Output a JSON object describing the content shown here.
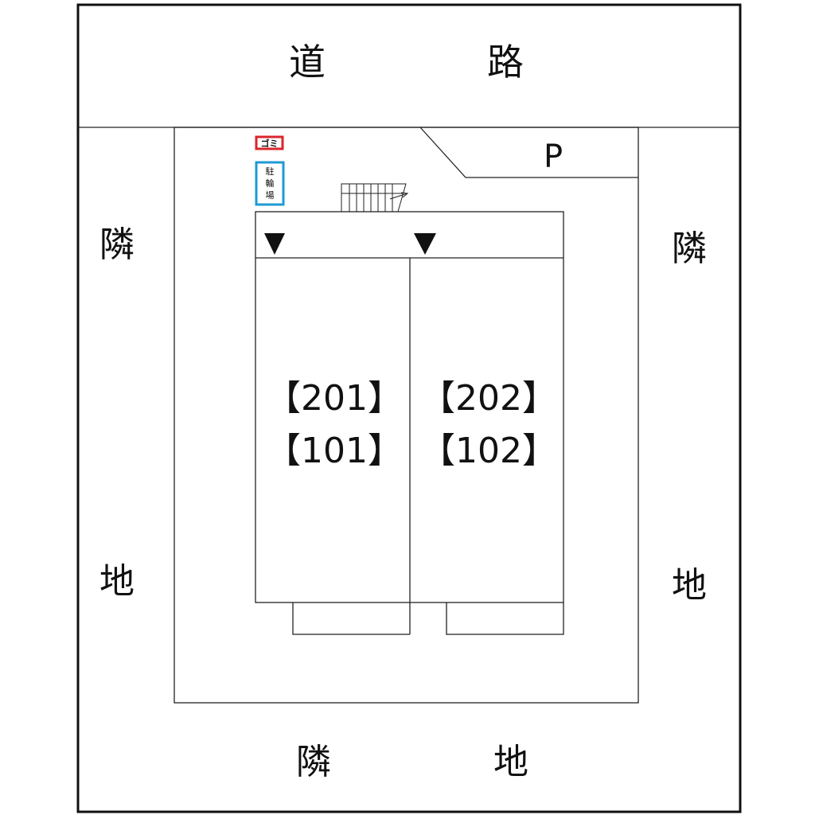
{
  "road": {
    "label_left": "道",
    "label_right": "路"
  },
  "neighbors": {
    "left": [
      "隣",
      "地"
    ],
    "right": [
      "隣",
      "地"
    ],
    "bottom": [
      "隣",
      "地"
    ]
  },
  "parking": {
    "label": "P"
  },
  "garbage": {
    "label": "ゴミ",
    "color": "#d9262c"
  },
  "bicycle_parking": {
    "chars": [
      "駐",
      "輪",
      "場"
    ],
    "color": "#1e9ad6"
  },
  "units": [
    {
      "upper": "【201】",
      "lower": "【101】"
    },
    {
      "upper": "【202】",
      "lower": "【102】"
    }
  ],
  "colors": {
    "line": "#222222",
    "frame": "#111111"
  }
}
